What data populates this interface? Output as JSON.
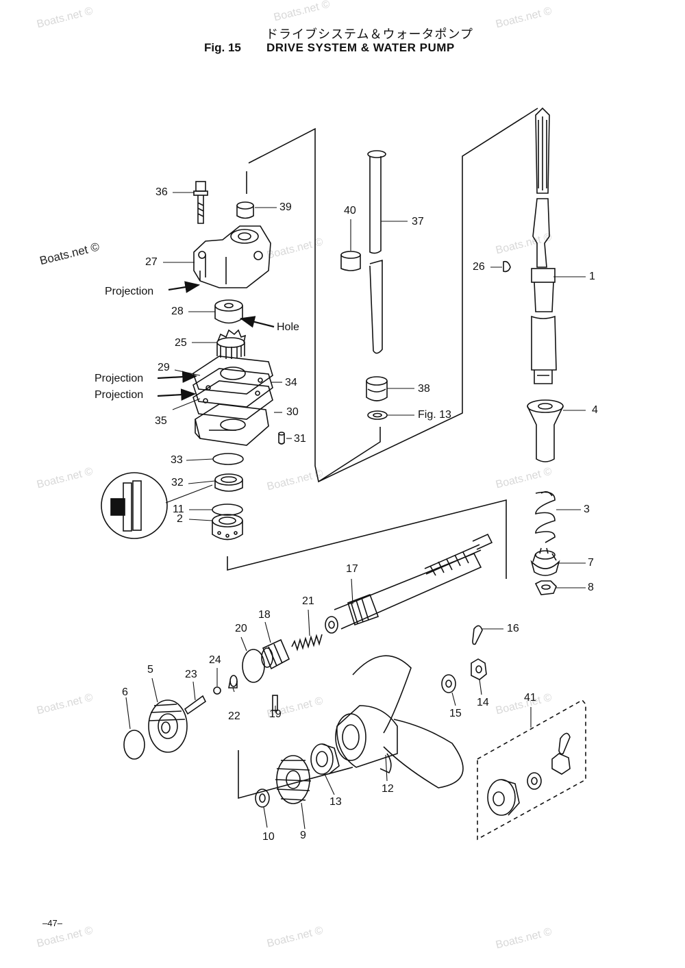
{
  "header": {
    "title_jp": "ドライブシステム＆ウォータポンプ",
    "fig_number": "Fig. 15",
    "title_en": "DRIVE SYSTEM & WATER PUMP"
  },
  "watermark": "Boats.net ©",
  "annotations": {
    "projection": "Projection",
    "hole": "Hole",
    "fig_ref": "Fig. 13"
  },
  "callouts": {
    "p1": "1",
    "p2": "2",
    "p3": "3",
    "p4": "4",
    "p5": "5",
    "p6": "6",
    "p7": "7",
    "p8": "8",
    "p9": "9",
    "p10": "10",
    "p11": "11",
    "p12": "12",
    "p13": "13",
    "p14": "14",
    "p15": "15",
    "p16": "16",
    "p17": "17",
    "p18": "18",
    "p19": "19",
    "p20": "20",
    "p21": "21",
    "p22": "22",
    "p23": "23",
    "p24": "24",
    "p25": "25",
    "p26": "26",
    "p27": "27",
    "p28": "28",
    "p29": "29",
    "p30": "30",
    "p31": "31",
    "p32": "32",
    "p33": "33",
    "p34": "34",
    "p35": "35",
    "p36": "36",
    "p37": "37",
    "p38": "38",
    "p39": "39",
    "p40": "40",
    "p41": "41"
  },
  "page_number": "–47–"
}
